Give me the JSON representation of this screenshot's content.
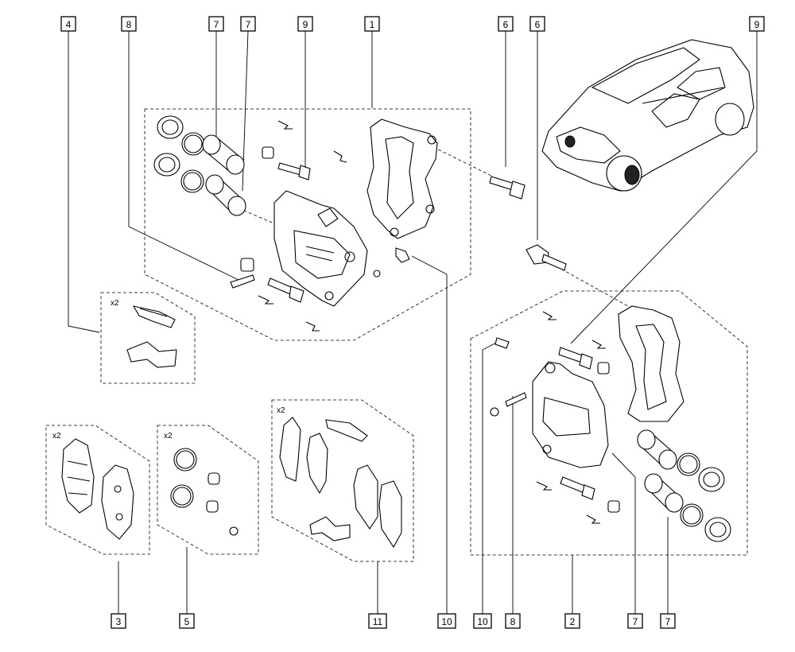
{
  "callouts": [
    {
      "id": "c-4-top",
      "label": "4"
    },
    {
      "id": "c-8-top",
      "label": "8"
    },
    {
      "id": "c-7a-top",
      "label": "7"
    },
    {
      "id": "c-7b-top",
      "label": "7"
    },
    {
      "id": "c-9-top",
      "label": "9"
    },
    {
      "id": "c-1-top",
      "label": "1"
    },
    {
      "id": "c-6a-top",
      "label": "6"
    },
    {
      "id": "c-6b-top",
      "label": "6"
    },
    {
      "id": "c-9-right",
      "label": "9"
    },
    {
      "id": "c-3-bottom",
      "label": "3"
    },
    {
      "id": "c-5-bottom",
      "label": "5"
    },
    {
      "id": "c-11-bottom",
      "label": "11"
    },
    {
      "id": "c-10-bottom",
      "label": "10"
    },
    {
      "id": "c-10b-bottom",
      "label": "10"
    },
    {
      "id": "c-8-bottom",
      "label": "8"
    },
    {
      "id": "c-2-bottom",
      "label": "2"
    },
    {
      "id": "c-7a-bottom",
      "label": "7"
    },
    {
      "id": "c-7b-bottom",
      "label": "7"
    }
  ],
  "quantities": {
    "clip_kit": "x2",
    "pad_set": "x2",
    "seal_kit": "x2",
    "pad_clip_kit": "x2"
  },
  "icons": {
    "vehicle": "suv-vehicle-icon",
    "caliper": "brake-caliper-icon",
    "carrier": "caliper-carrier-icon",
    "piston": "piston-icon",
    "seal": "seal-ring-icon",
    "bolt": "bolt-icon",
    "pad": "brake-pad-icon",
    "clip": "spring-clip-icon"
  }
}
